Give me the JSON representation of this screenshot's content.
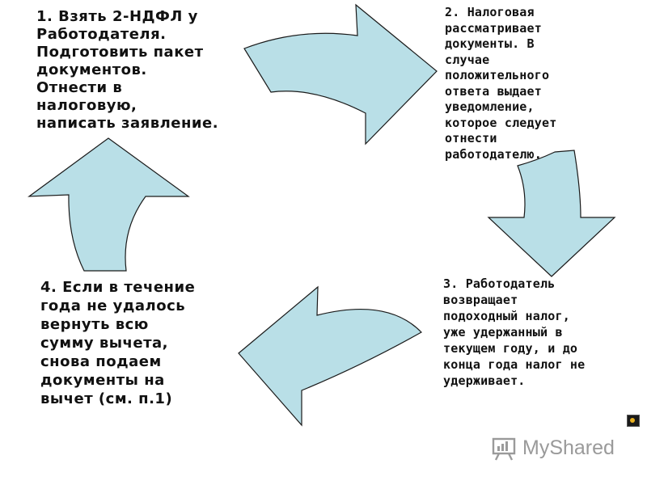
{
  "steps": {
    "step1": "1. Взять 2-НДФЛ у\nРаботодателя.\nПодготовить пакет\nдокументов.\nОтнести в\nналоговую,\nнаписать заявление.",
    "step2": "2. Налоговая\nрассматривает\nдокументы. В\nслучае\nположительного\nответа выдает\nуведомление,\nкоторое следует\nотнести\nработодателю.",
    "step3": "3. Работодатель\nвозвращает\nподоходный налог,\nуже удержанный в\nтекущем году, и до\nконца года налог не\nудерживает.",
    "step4": "4. Если в течение\nгода не удалось\nвернуть всю\nсумму вычета,\nснова подаем\nдокументы на\nвычет (см. п.1)"
  },
  "colors": {
    "arrow_fill": "#b9dfe7",
    "arrow_stroke": "#1a1a1a",
    "text": "#111111"
  },
  "watermark": {
    "text": "MyShared",
    "icon": "presentation-board-icon"
  },
  "corner_icon": "player-icon"
}
